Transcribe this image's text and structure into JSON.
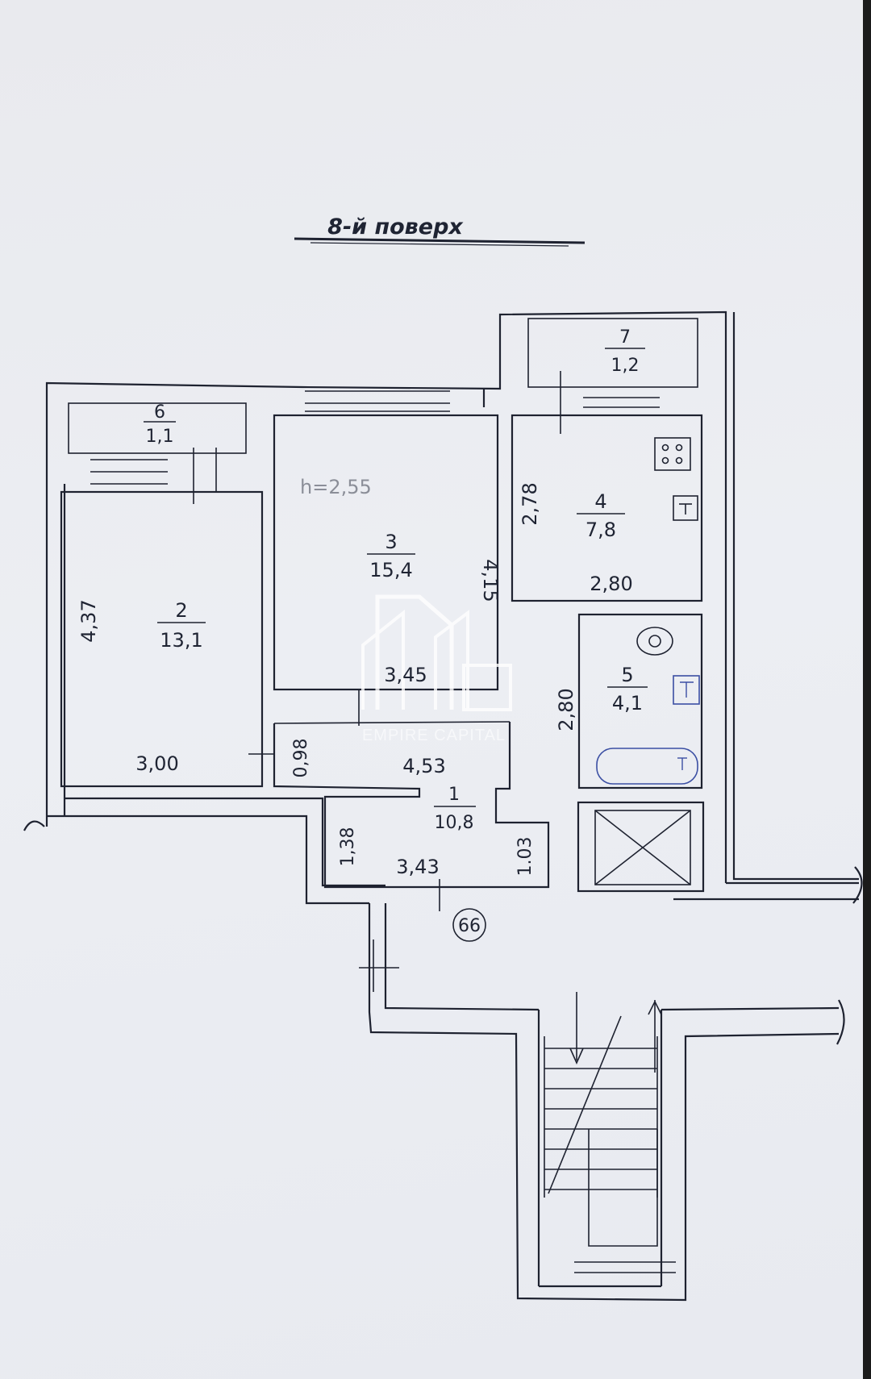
{
  "title": "8-й поверх",
  "ceiling_height": "h=2,55",
  "watermark": "EMPIRE CAPITAL",
  "apartment_number": "66",
  "rooms": [
    {
      "id": "1",
      "area": "10,8"
    },
    {
      "id": "2",
      "area": "13,1"
    },
    {
      "id": "3",
      "area": "15,4"
    },
    {
      "id": "4",
      "area": "7,8"
    },
    {
      "id": "5",
      "area": "4,1"
    },
    {
      "id": "6",
      "area": "1,1"
    },
    {
      "id": "7",
      "area": "1,2"
    }
  ],
  "dimensions": {
    "room2_height": "4,37",
    "room2_width": "3,00",
    "room3_width": "3,45",
    "room3_height": "4,15",
    "room4_height": "2,78",
    "room4_width": "2,80",
    "room5_height": "2,80",
    "corridor_width": "0,98",
    "corridor_length": "4,53",
    "hall_left": "1,38",
    "hall_width": "3,43",
    "hall_right": "1.03"
  },
  "colors": {
    "ink": "#1e2230",
    "paper": "#eceef3",
    "fixture_blue": "#3b4fa3"
  }
}
